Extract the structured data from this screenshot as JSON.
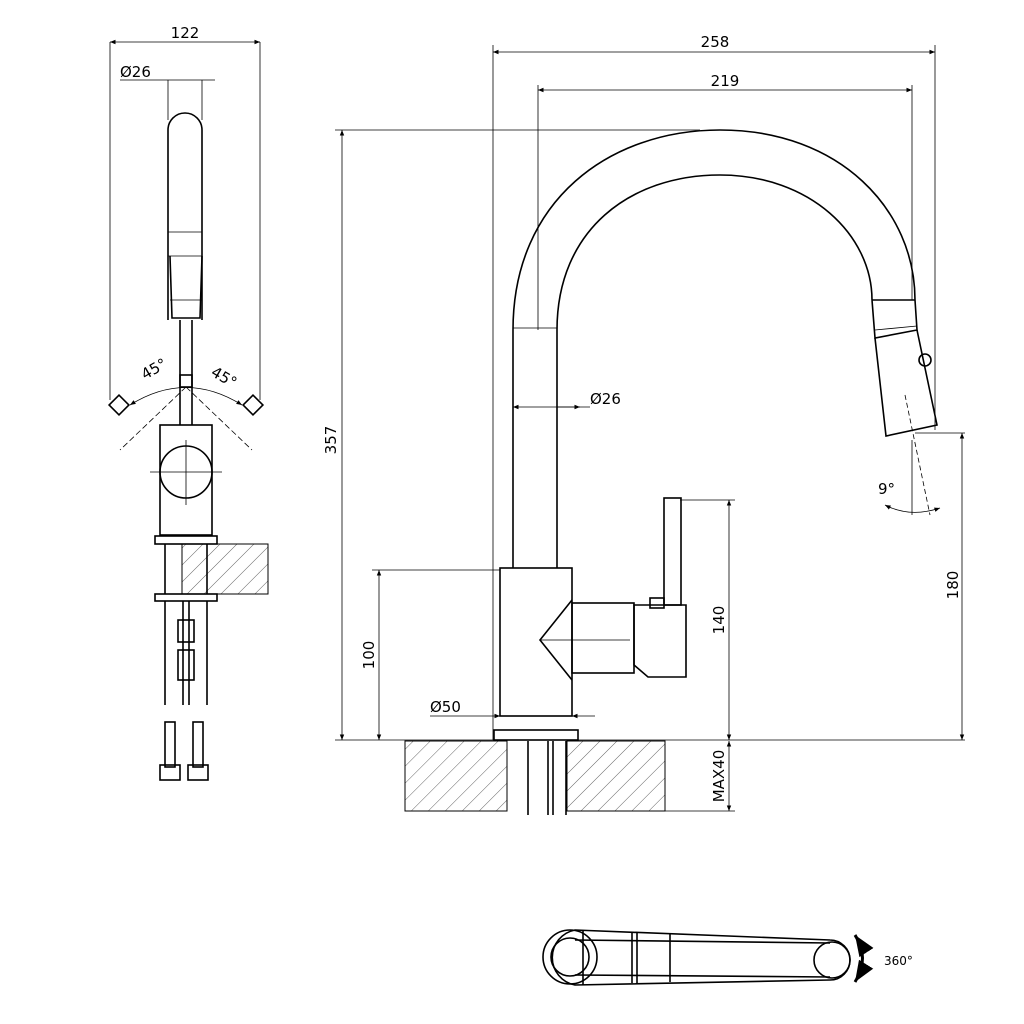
{
  "side_view": {
    "width_label": "122",
    "diameter_label": "Ø26",
    "angle_left_label": "45°",
    "angle_right_label": "45°"
  },
  "front_view": {
    "overall_width_label": "258",
    "spout_reach_label": "219",
    "height_label": "357",
    "spout_diameter_label": "Ø26",
    "spray_angle_label": "9°",
    "spout_clearance_label": "180",
    "lever_height_label": "140",
    "body_height_label": "100",
    "base_diameter_label": "Ø50",
    "max_deck_label": "MAX40"
  },
  "top_view": {
    "rotation_label": "360°"
  }
}
